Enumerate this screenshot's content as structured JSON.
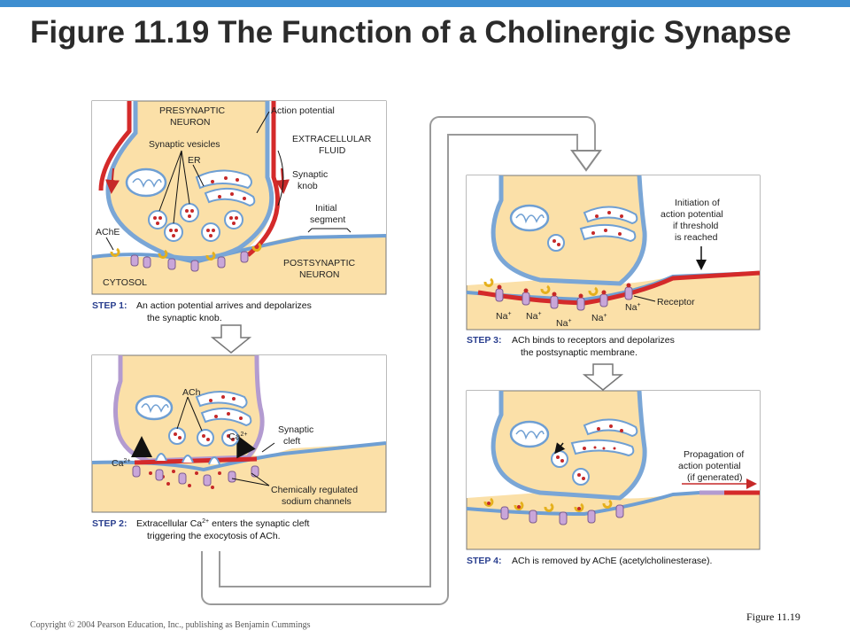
{
  "header": {
    "title": "Figure 11.19 The Function of a Cholinergic Synapse"
  },
  "footer": {
    "copyright": "Copyright © 2004 Pearson Education, Inc., publishing as Benjamin Cummings",
    "figure_ref": "Figure 11.19"
  },
  "colors": {
    "accent_bar": "#3e8ed0",
    "cytoplasm": "#fbe0a8",
    "membrane": "#7aa6d6",
    "depolarized": "#d42a2a",
    "step_label": "#2a3f8f"
  },
  "panel1": {
    "presynaptic_1": "PRESYNAPTIC",
    "presynaptic_2": "NEURON",
    "action_potential": "Action potential",
    "extracellular_1": "EXTRACELLULAR",
    "extracellular_2": "FLUID",
    "synaptic_vesicles": "Synaptic vesicles",
    "er": "ER",
    "synaptic_knob_1": "Synaptic",
    "synaptic_knob_2": "knob",
    "initial_segment_1": "Initial",
    "initial_segment_2": "segment",
    "ache": "AChE",
    "postsynaptic_1": "POSTSYNAPTIC",
    "postsynaptic_2": "NEURON",
    "cytosol": "CYTOSOL",
    "step_tag": "STEP 1:",
    "caption_1": "An action potential arrives and depolarizes",
    "caption_2": "the synaptic knob."
  },
  "panel2": {
    "ach": "ACh",
    "ca_left": "Ca",
    "ca_right": "Ca",
    "ca_sup": "2+",
    "synaptic_cleft_1": "Synaptic",
    "synaptic_cleft_2": "cleft",
    "channels_1": "Chemically regulated",
    "channels_2": "sodium channels",
    "step_tag": "STEP 2:",
    "caption_1a": "Extracellular Ca",
    "caption_1b": "enters the synaptic cleft",
    "caption_2": "triggering the exocytosis of ACh."
  },
  "panel3": {
    "initiation_1": "Initiation of",
    "initiation_2": "action potential",
    "initiation_3": "if threshold",
    "initiation_4": "is reached",
    "receptor": "Receptor",
    "na": "Na",
    "na_sup": "+",
    "step_tag": "STEP 3:",
    "caption_1": "ACh binds to receptors and depolarizes",
    "caption_2": "the postsynaptic membrane."
  },
  "panel4": {
    "propagation_1": "Propagation of",
    "propagation_2": "action potential",
    "propagation_3": "(if generated)",
    "step_tag": "STEP 4:",
    "caption_1": "ACh is removed by AChE (acetylcholinesterase)."
  }
}
